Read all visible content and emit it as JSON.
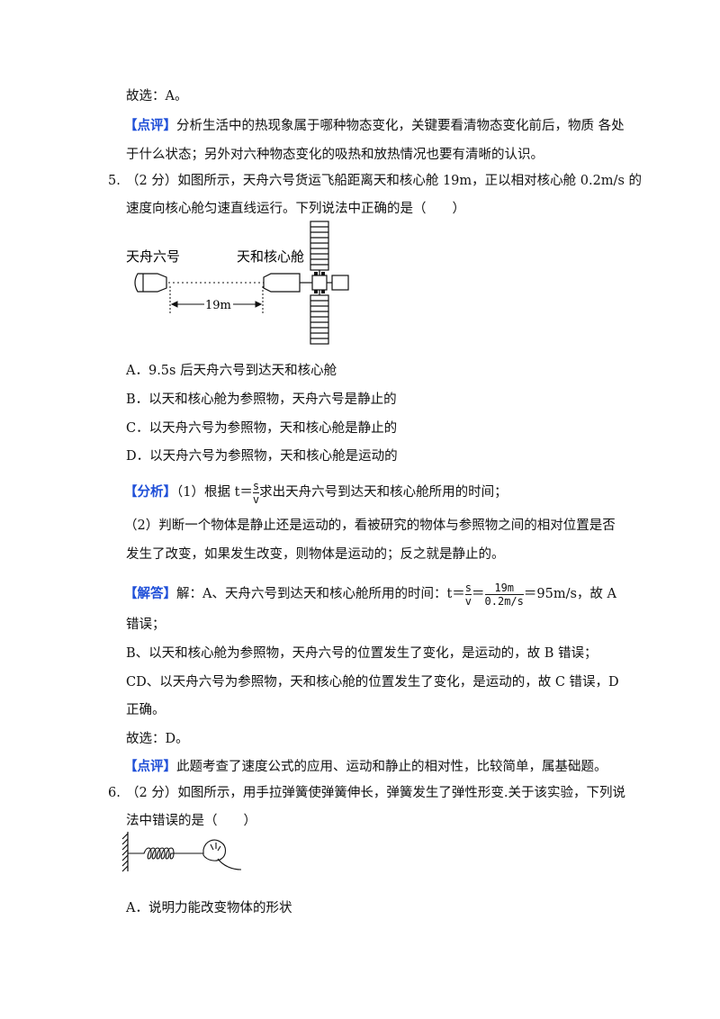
{
  "q4": {
    "answer": "故选：A。",
    "comment_tag": "【点评】",
    "comment_1": "分析生活中的热现象属于哪种物态变化，关键要看清物态变化前后，物质 各处",
    "comment_2": "于什么状态；另外对六种物态变化的吸热和放热情况也要有清晰的认识。"
  },
  "q5": {
    "number": "5.",
    "stem_1": "（2 分）如图所示，天舟六号货运飞船距离天和核心舱 19m，正以相对核心舱 0.2m/s 的",
    "stem_2": "速度向核心舱匀速直线运行。下列说法中正确的是（　　）",
    "figure": {
      "label_ship": "天舟六号",
      "label_station": "天和核心舱",
      "distance_label": "19m"
    },
    "options": [
      "A．9.5s 后天舟六号到达天和核心舱",
      "B．以天和核心舱为参照物，天舟六号是静止的",
      "C．以天舟六号为参照物，天和核心舱是静止的",
      "D．以天舟六号为参照物，天和核心舱是运动的"
    ],
    "analysis_tag": "【分析】",
    "analysis_1_pre": "（1）根据 t＝",
    "analysis_1_frac_num": "s",
    "analysis_1_frac_den": "v",
    "analysis_1_post": "求出天舟六号到达天和核心舱所用的时间；",
    "analysis_2": "（2）判断一个物体是静止还是运动的，看被研究的物体与参照物之间的相对位置是否",
    "analysis_3": "发生了改变，如果发生改变，则物体是运动的；反之就是静止的。",
    "solution_tag": "【解答】",
    "solution_1_pre": "解：A、天舟六号到达天和核心舱所用的时间：t＝",
    "solution_frac1_num": "s",
    "solution_frac1_den": "v",
    "solution_eq": "＝",
    "solution_frac2_num": "19m",
    "solution_frac2_den": "0.2m/s",
    "solution_1_post": "＝95m/s，故 A",
    "solution_2": "错误；",
    "solution_3": "B、以天和核心舱为参照物，天舟六号的位置发生了变化，是运动的，故 B 错误；",
    "solution_4": "CD、以天舟六号为参照物，天和核心舱的位置发生了变化，是运动的，故 C 错误，D",
    "solution_5": "正确。",
    "answer": "故选：D。",
    "comment_tag": "【点评】",
    "comment": "此题考查了速度公式的应用、运动和静止的相对性，比较简单，属基础题。"
  },
  "q6": {
    "number": "6.",
    "stem_1": "（2 分）如图所示，用手拉弹簧使弹簧伸长，弹簧发生了弹性形变.关于该实验，下列说",
    "stem_2": "法中错误的是（　　）",
    "options": [
      "A．说明力能改变物体的形状"
    ]
  }
}
